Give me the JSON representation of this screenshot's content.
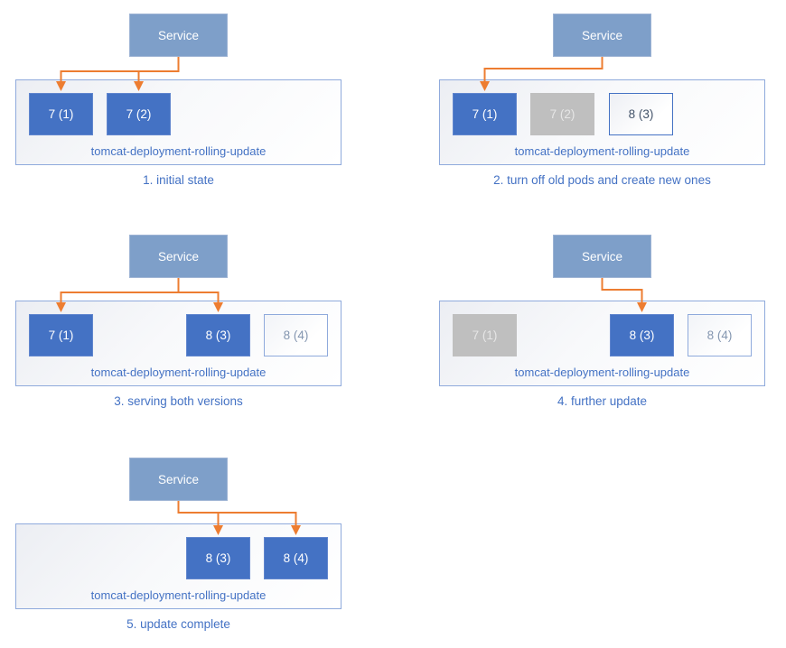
{
  "colors": {
    "pod-active": "#4472C4",
    "pod-stopped": "#BFBFBF",
    "pod-new-border": "#8FAADC",
    "service-fill": "#7E9FC9",
    "arrow": "#ED7D31",
    "accent-text": "#4472C4",
    "box-border": "#8FAADC"
  },
  "panels": [
    {
      "caption": "1. initial state",
      "service_label": "Service",
      "deployment_label": "tomcat-deployment-rolling-update",
      "pods": [
        {
          "label": "7 (1)",
          "state": "active"
        },
        {
          "label": "7 (2)",
          "state": "active"
        }
      ]
    },
    {
      "caption": "2. turn off old pods and create new ones",
      "service_label": "Service",
      "deployment_label": "tomcat-deployment-rolling-update",
      "pods": [
        {
          "label": "7 (1)",
          "state": "active"
        },
        {
          "label": "7 (2)",
          "state": "stopped"
        },
        {
          "label": "8 (3)",
          "state": "created"
        }
      ]
    },
    {
      "caption": "3. serving both versions",
      "service_label": "Service",
      "deployment_label": "tomcat-deployment-rolling-update",
      "pods": [
        {
          "label": "7 (1)",
          "state": "active"
        },
        {
          "label": "8 (3)",
          "state": "active"
        },
        {
          "label": "8 (4)",
          "state": "pending"
        }
      ]
    },
    {
      "caption": "4. further update",
      "service_label": "Service",
      "deployment_label": "tomcat-deployment-rolling-update",
      "pods": [
        {
          "label": "7 (1)",
          "state": "stopped"
        },
        {
          "label": "8 (3)",
          "state": "active"
        },
        {
          "label": "8 (4)",
          "state": "pending"
        }
      ]
    },
    {
      "caption": "5. update complete",
      "service_label": "Service",
      "deployment_label": "tomcat-deployment-rolling-update",
      "pods": [
        {
          "label": "8 (3)",
          "state": "active"
        },
        {
          "label": "8 (4)",
          "state": "active"
        }
      ]
    }
  ]
}
